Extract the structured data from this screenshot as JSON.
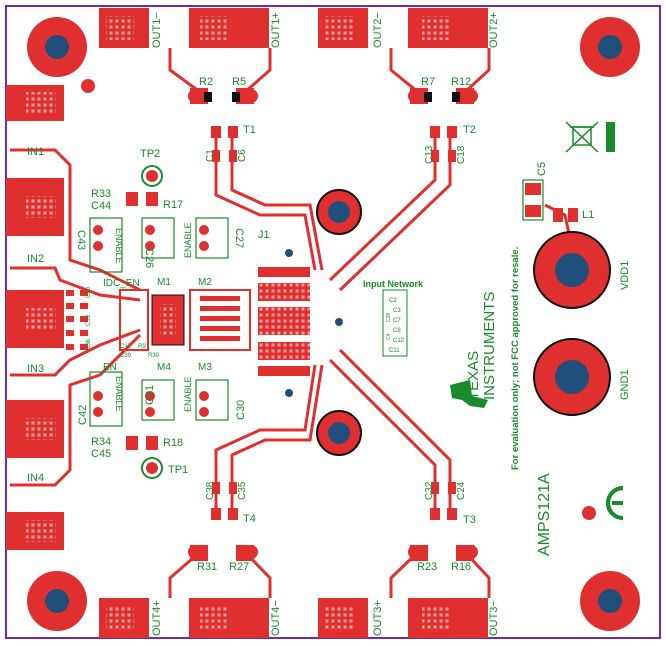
{
  "colors": {
    "copper": "#e02f2f",
    "copper_dark": "#b81e1e",
    "pad_hatch": "#f0a0a0",
    "hole": "#1f4f7a",
    "silkscreen": "#1a8a2a",
    "outline": "#6b2fa0",
    "board": "#ffffff"
  },
  "connectors_top": [
    "OUT1−",
    "OUT1+",
    "OUT2−",
    "OUT2+"
  ],
  "connectors_bottom": [
    "OUT4+",
    "OUT4−",
    "OUT3+",
    "OUT3−"
  ],
  "inputs": [
    "IN1",
    "IN2",
    "IN3",
    "IN4"
  ],
  "power": {
    "vdd": "VDD1",
    "gnd": "GND1"
  },
  "transformers": [
    "T1",
    "T2",
    "T3",
    "T4"
  ],
  "resistors": [
    "R2",
    "R5",
    "R7",
    "R12",
    "R31",
    "R27",
    "R23",
    "R16",
    "R33",
    "R17",
    "R34",
    "R18",
    "R9",
    "R30"
  ],
  "capacitors": [
    "C1",
    "C6",
    "C13",
    "C18",
    "C38",
    "C35",
    "C32",
    "C24",
    "C44",
    "C45",
    "C43",
    "C42",
    "C26",
    "C27",
    "C31",
    "C30",
    "C5",
    "C17",
    "C39",
    "C20",
    "C19",
    "C36"
  ],
  "inductor": "L1",
  "mosfets": [
    "M1",
    "M2",
    "M3",
    "M4"
  ],
  "jumper": "J1",
  "testpoints": [
    "TP2",
    "TP1"
  ],
  "enable_labels": [
    "ENABLE",
    "ENABLE",
    "ENABLE",
    "ENABLE"
  ],
  "misc_labels": {
    "idc_en": "IDC_EN",
    "en": "EN"
  },
  "input_network": {
    "title": "Input Network",
    "parts": [
      "C2",
      "C3",
      "C7",
      "C8",
      "C12",
      "C11",
      "C28",
      "C4"
    ]
  },
  "branding": {
    "company_line1": "TEXAS",
    "company_line2": "INSTRUMENTS",
    "disclaimer": "For evaluation only; not FCC approved for resale.",
    "part_number": "AMPS121A",
    "ce_mark": "CE"
  },
  "icons": [
    "weee-bin-icon",
    "ti-logo-icon",
    "ce-mark-icon"
  ]
}
